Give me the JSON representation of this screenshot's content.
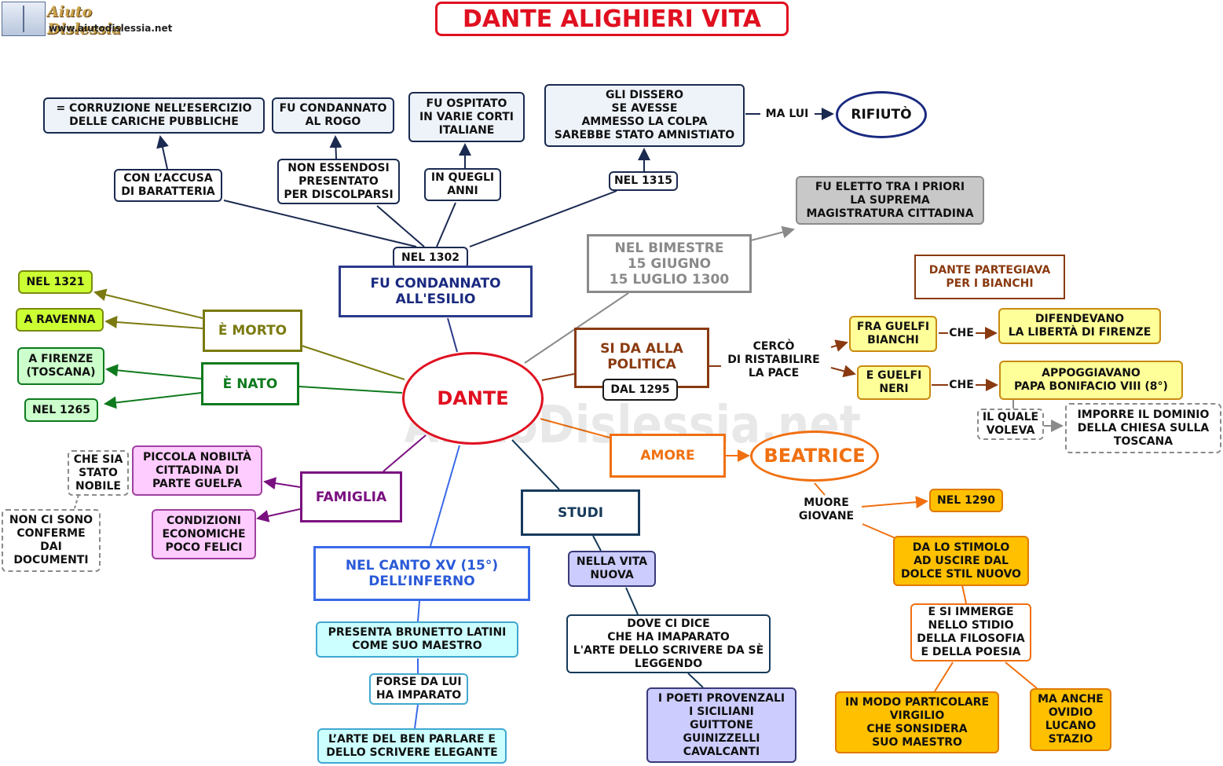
{
  "header": {
    "logo_name": "Aiuto Dislessia",
    "logo_url": "www.aiutodislessia.net",
    "title": "DANTE ALIGHIERI VITA"
  },
  "watermark": "By AiutoDislessia.net",
  "nodes": {
    "corruzione": "= CORRUZIONE NELL’ESERCIZIO\nDELLE  CARICHE  PUBBLICHE",
    "condannato_rogo": "FU CONDANNATO\nAL ROGO",
    "ospitato": "FU OSPITATO\nIN VARIE CORTI\nITALIANE",
    "amnistia": "GLI DISSERO\nSE AVESSE\nAMMESSO LA COLPA\nSAREBBE STATO AMNISTIATO",
    "ma_lui": "MA LUI",
    "rifiuto": "RIFIUTÒ",
    "accusa": "CON L’ACCUSA\nDI BARATTERIA",
    "discolpa": "NON ESSENDOSI\nPRESENTATO\nPER DISCOLPARSI",
    "quegli_anni": "IN QUEGLI\nANNI",
    "nel_1315": "NEL 1315",
    "priori": "FU ELETTO TRA I PRIORI\nLA SUPREMA\nMAGISTRATURA CITTADINA",
    "nel_1302": "NEL 1302",
    "esilio": "FU CONDANNATO\nALL'ESILIO",
    "bimestre": "NEL BIMESTRE\n15 GIUGNO\n15 LUGLIO 1300",
    "partegiava": "DANTE PARTEGIAVA\nPER I BIANCHI",
    "nel_1321": "NEL 1321",
    "ravenna": "A RAVENNA",
    "morto": "È MORTO",
    "firenze": "A FIRENZE\n(TOSCANA)",
    "nato": "È NATO",
    "nel_1265": "NEL 1265",
    "politica": "SI DA ALLA\nPOLITICA",
    "dal_1295": "DAL 1295",
    "pace": "CERCÒ\nDI RISTABILIRE\nLA PACE",
    "bianchi": "FRA GUELFI\nBIANCHI",
    "neri": "E GUELFI\nNERI",
    "che1": "CHE",
    "che2": "CHE",
    "liberta": "DIFENDEVANO\nLA LIBERTÀ DI FIRENZE",
    "bonifacio": "APPOGGIAVANO\nPAPA BONIFACIO VIII (8°)",
    "quale": "IL QUALE\nVOLEVA",
    "dominio": "IMPORRE IL DOMINIO\nDELLA CHIESA SULLA\nTOSCANA",
    "dante": "DANTE",
    "stato_nobile": "CHE SIA\nSTATO\nNOBILE",
    "piccola_nobilta": "PICCOLA NOBILTÀ\nCITTADINA DI\nPARTE GUELFA",
    "famiglia": "FAMIGLIA",
    "condizioni": "CONDIZIONI\nECONOMICHE\nPOCO FELICI",
    "conferme": "NON CI SONO\nCONFERME\nDAI\nDOCUMENTI",
    "amore": "AMORE",
    "beatrice": "BEATRICE",
    "muore": "MUORE\nGIOVANE",
    "nel_1290": "NEL 1290",
    "stimolo": "DA LO STIMOLO\nAD USCIRE DAL\nDOLCE STIL NUOVO",
    "immerge": "E SI IMMERGE\nNELLO STIDIO\nDELLA FILOSOFIA\nE DELLA POESIA",
    "virgilio": "IN MODO PARTICOLARE\nVIRGILIO\nCHE SONSIDERA\nSUO MAESTRO",
    "ovidio": "MA ANCHE\nOVIDIO\nLUCANO\nSTAZIO",
    "canto": "NEL CANTO XV (15°)\nDELL’INFERNO",
    "brunetto": "PRESENTA BRUNETTO LATINI\nCOME SUO MAESTRO",
    "forse": "FORSE DA LUI\nHA IMPARATO",
    "arte": "L’ARTE DEL BEN PARLARE E\nDELLO SCRIVERE ELEGANTE",
    "studi": "STUDI",
    "vita_nuova": "NELLA VITA\nNUOVA",
    "dove": "DOVE CI DICE\nCHE HA IMAPARATO\nL'ARTE DELLO SCRIVERE DA SÈ\nLEGGENDO",
    "poeti": "I POETI PROVENZALI\nI SICILIANI\nGUITTONE\nGUINIZZELLI\nCAVALCANTI"
  },
  "colors": {
    "navy": "#1a2a50",
    "exile": "#2a3a8a",
    "red": "#e01020",
    "olive": "#7a7a10",
    "green": "#0e7a1e",
    "purple": "#7a1080",
    "orange": "#f07010",
    "brown": "#8a3a10",
    "gray": "#8a8a8a",
    "blue": "#3a6ae8",
    "studi": "#163a5a",
    "lime": "#ccff33",
    "yellow": "#ffff99",
    "gold": "#ffc000",
    "pink": "#ffccff",
    "lightgreen": "#ccffcc",
    "cyan": "#ccffff",
    "lavender": "#ccccff"
  }
}
